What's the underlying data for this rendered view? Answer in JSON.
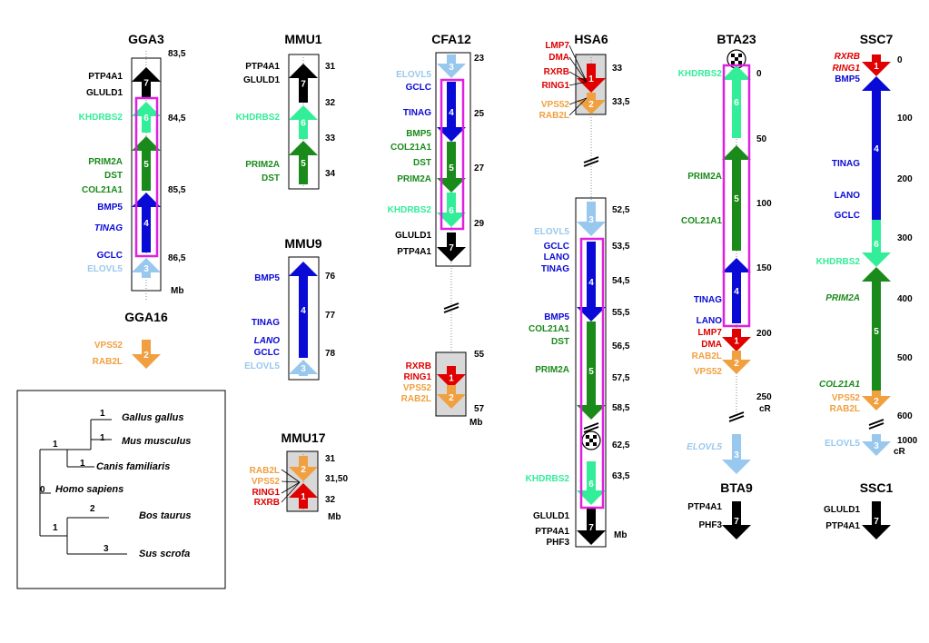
{
  "colors": {
    "block7": "#000000",
    "block6": "#33ee99",
    "block5": "#1a8a1a",
    "block4": "#0a0ad6",
    "block3": "#99c8ee",
    "block2": "#f0a040",
    "block1": "#e00000",
    "highlight_frame": "#e020e0",
    "shaded_box": "#d8d8d8",
    "label_gold": "#f0a040",
    "label_red": "#e00000",
    "label_blue": "#0a0ad6",
    "label_green": "#1a8a1a",
    "label_mint": "#33ee99",
    "label_lightblue": "#99c8ee",
    "label_black": "#000000"
  },
  "chromosomes": [
    {
      "id": "gga3",
      "title": "GGA3",
      "scale": [
        "83,5",
        "84,5",
        "85,5",
        "86,5"
      ],
      "unit": "Mb",
      "genes": [
        {
          "text": "PTP4A1",
          "color": "black"
        },
        {
          "text": "GLULD1",
          "color": "black"
        },
        {
          "text": "KHDRBS2",
          "color": "mint"
        },
        {
          "text": "PRIM2A",
          "color": "green"
        },
        {
          "text": "DST",
          "color": "green"
        },
        {
          "text": "COL21A1",
          "color": "green"
        },
        {
          "text": "BMP5",
          "color": "blue"
        },
        {
          "text": "TINAG",
          "color": "blue",
          "italic": true
        },
        {
          "text": "GCLC",
          "color": "blue"
        },
        {
          "text": "ELOVL5",
          "color": "lightblue"
        }
      ],
      "blocks": [
        "7",
        "6",
        "5",
        "4",
        "3"
      ]
    },
    {
      "id": "gga16",
      "title": "GGA16",
      "scale": [],
      "unit": "",
      "genes": [
        {
          "text": "VPS52",
          "color": "gold"
        },
        {
          "text": "RAB2L",
          "color": "gold"
        }
      ],
      "blocks": [
        "2"
      ]
    },
    {
      "id": "mmu1",
      "title": "MMU1",
      "scale": [
        "31",
        "32",
        "33",
        "34"
      ],
      "unit": "",
      "genes": [
        {
          "text": "PTP4A1",
          "color": "black"
        },
        {
          "text": "GLULD1",
          "color": "black"
        },
        {
          "text": "KHDRBS2",
          "color": "mint"
        },
        {
          "text": "PRIM2A",
          "color": "green"
        },
        {
          "text": "DST",
          "color": "green"
        }
      ],
      "blocks": [
        "7",
        "6",
        "5"
      ]
    },
    {
      "id": "mmu9",
      "title": "MMU9",
      "scale": [
        "76",
        "77",
        "78"
      ],
      "unit": "",
      "genes": [
        {
          "text": "BMP5",
          "color": "blue"
        },
        {
          "text": "TINAG",
          "color": "blue"
        },
        {
          "text": "LANO",
          "color": "blue",
          "italic": true
        },
        {
          "text": "GCLC",
          "color": "blue"
        },
        {
          "text": "ELOVL5",
          "color": "lightblue"
        }
      ],
      "blocks": [
        "4",
        "3"
      ]
    },
    {
      "id": "mmu17",
      "title": "MMU17",
      "scale": [
        "31",
        "31,50",
        "32"
      ],
      "unit": "Mb",
      "genes": [
        {
          "text": "RAB2L",
          "color": "gold"
        },
        {
          "text": "VPS52",
          "color": "gold"
        },
        {
          "text": "RING1",
          "color": "red"
        },
        {
          "text": "RXRB",
          "color": "red"
        }
      ],
      "blocks": [
        "2",
        "1"
      ]
    },
    {
      "id": "cfa12",
      "title": "CFA12",
      "scale": [
        "23",
        "25",
        "27",
        "29",
        "55",
        "57"
      ],
      "unit": "Mb",
      "genes": [
        {
          "text": "ELOVL5",
          "color": "lightblue"
        },
        {
          "text": "GCLC",
          "color": "blue"
        },
        {
          "text": "TINAG",
          "color": "blue"
        },
        {
          "text": "BMP5",
          "color": "green"
        },
        {
          "text": "COL21A1",
          "color": "green"
        },
        {
          "text": "DST",
          "color": "green"
        },
        {
          "text": "PRIM2A",
          "color": "green"
        },
        {
          "text": "KHDRBS2",
          "color": "mint"
        },
        {
          "text": "GLULD1",
          "color": "black"
        },
        {
          "text": "PTP4A1",
          "color": "black"
        },
        {
          "text": "RXRB",
          "color": "red"
        },
        {
          "text": "RING1",
          "color": "red"
        },
        {
          "text": "VPS52",
          "color": "gold"
        },
        {
          "text": "RAB2L",
          "color": "gold"
        }
      ],
      "blocks": [
        "3",
        "4",
        "5",
        "6",
        "7",
        "1",
        "2"
      ]
    },
    {
      "id": "hsa6",
      "title": "HSA6",
      "scale": [
        "33",
        "33,5",
        "52,5",
        "53,5",
        "54,5",
        "55,5",
        "56,5",
        "57,5",
        "58,5",
        "62,5",
        "63,5"
      ],
      "unit": "Mb",
      "genes": [
        {
          "text": "LMP7",
          "color": "red"
        },
        {
          "text": "DMA",
          "color": "red"
        },
        {
          "text": "RXRB",
          "color": "red"
        },
        {
          "text": "RING1",
          "color": "red"
        },
        {
          "text": "VPS52",
          "color": "gold"
        },
        {
          "text": "RAB2L",
          "color": "gold"
        },
        {
          "text": "ELOVL5",
          "color": "lightblue"
        },
        {
          "text": "GCLC",
          "color": "blue"
        },
        {
          "text": "LANO",
          "color": "blue"
        },
        {
          "text": "TINAG",
          "color": "blue"
        },
        {
          "text": "BMP5",
          "color": "blue"
        },
        {
          "text": "COL21A1",
          "color": "green"
        },
        {
          "text": "DST",
          "color": "green"
        },
        {
          "text": "PRIM2A",
          "color": "green"
        },
        {
          "text": "KHDRBS2",
          "color": "mint"
        },
        {
          "text": "GLULD1",
          "color": "black"
        },
        {
          "text": "PTP4A1",
          "color": "black"
        },
        {
          "text": "PHF3",
          "color": "black"
        }
      ],
      "blocks": [
        "1",
        "2",
        "3",
        "4",
        "5",
        "6",
        "7"
      ]
    },
    {
      "id": "bta23",
      "title": "BTA23",
      "scale": [
        "0",
        "50",
        "100",
        "150",
        "200",
        "250"
      ],
      "unit": "cR",
      "genes": [
        {
          "text": "KHDRBS2",
          "color": "mint"
        },
        {
          "text": "PRIM2A",
          "color": "green"
        },
        {
          "text": "COL21A1",
          "color": "green"
        },
        {
          "text": "TINAG",
          "color": "blue"
        },
        {
          "text": "LANO",
          "color": "blue"
        },
        {
          "text": "LMP7",
          "color": "red"
        },
        {
          "text": "DMA",
          "color": "red"
        },
        {
          "text": "RAB2L",
          "color": "gold"
        },
        {
          "text": "VPS52",
          "color": "gold"
        },
        {
          "text": "ELOVL5",
          "color": "lightblue",
          "italic": true
        }
      ],
      "blocks": [
        "6",
        "5",
        "4",
        "1",
        "2",
        "3"
      ]
    },
    {
      "id": "bta9",
      "title": "BTA9",
      "scale": [],
      "unit": "",
      "genes": [
        {
          "text": "PTP4A1",
          "color": "black"
        },
        {
          "text": "PHF3",
          "color": "black"
        }
      ],
      "blocks": [
        "7"
      ]
    },
    {
      "id": "ssc7",
      "title": "SSC7",
      "scale": [
        "0",
        "100",
        "200",
        "300",
        "400",
        "500",
        "600",
        "1000"
      ],
      "unit": "cR",
      "genes": [
        {
          "text": "RXRB",
          "color": "red",
          "italic": true
        },
        {
          "text": "RING1",
          "color": "red",
          "italic": true
        },
        {
          "text": "BMP5",
          "color": "blue"
        },
        {
          "text": "TINAG",
          "color": "blue"
        },
        {
          "text": "LANO",
          "color": "blue"
        },
        {
          "text": "GCLC",
          "color": "blue"
        },
        {
          "text": "KHDRBS2",
          "color": "mint"
        },
        {
          "text": "PRIM2A",
          "color": "green",
          "italic": true
        },
        {
          "text": "COL21A1",
          "color": "green",
          "italic": true
        },
        {
          "text": "VPS52",
          "color": "gold"
        },
        {
          "text": "RAB2L",
          "color": "gold"
        },
        {
          "text": "ELOVL5",
          "color": "lightblue"
        }
      ],
      "blocks": [
        "1",
        "4",
        "6",
        "5",
        "2",
        "3"
      ]
    },
    {
      "id": "ssc1",
      "title": "SSC1",
      "scale": [],
      "unit": "",
      "genes": [
        {
          "text": "GLULD1",
          "color": "black"
        },
        {
          "text": "PTP4A1",
          "color": "black"
        }
      ],
      "blocks": [
        "7"
      ]
    }
  ],
  "tree": {
    "taxa": [
      "Gallus gallus",
      "Mus musculus",
      "Canis familiaris",
      "Homo sapiens",
      "Bos taurus",
      "Sus scrofa"
    ],
    "branch_labels": [
      "1",
      "1",
      "1",
      "1",
      "0",
      "2",
      "1",
      "3"
    ]
  }
}
